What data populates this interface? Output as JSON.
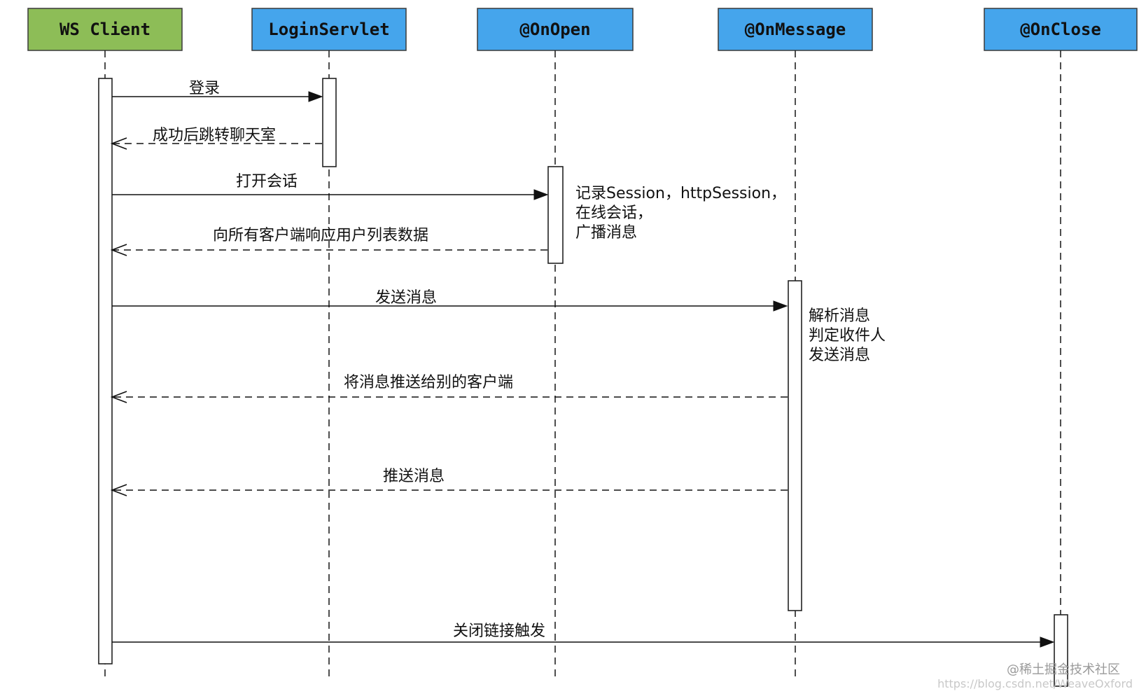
{
  "participants": [
    {
      "id": "client",
      "label": "WS Client",
      "fill": "#8dbd57"
    },
    {
      "id": "login",
      "label": "LoginServlet",
      "fill": "#45a5ec"
    },
    {
      "id": "onopen",
      "label": "@OnOpen",
      "fill": "#45a5ec"
    },
    {
      "id": "onmessage",
      "label": "@OnMessage",
      "fill": "#45a5ec"
    },
    {
      "id": "onclose",
      "label": "@OnClose",
      "fill": "#45a5ec"
    }
  ],
  "messages": [
    {
      "from": "client",
      "to": "login",
      "label": "登录",
      "style": "solid"
    },
    {
      "from": "login",
      "to": "client",
      "label": "成功后跳转聊天室",
      "style": "dashed"
    },
    {
      "from": "client",
      "to": "onopen",
      "label": "打开会话",
      "style": "solid"
    },
    {
      "from": "onopen",
      "to": "client",
      "label": "向所有客户端响应用户列表数据",
      "style": "dashed"
    },
    {
      "from": "client",
      "to": "onmessage",
      "label": "发送消息",
      "style": "solid"
    },
    {
      "from": "onmessage",
      "to": "client",
      "label": "将消息推送给别的客户端",
      "style": "dashed"
    },
    {
      "from": "onmessage",
      "to": "client",
      "label": "推送消息",
      "style": "dashed"
    },
    {
      "from": "client",
      "to": "onclose",
      "label": "关闭链接触发",
      "style": "solid"
    }
  ],
  "notes": {
    "onopen": [
      "记录Session，httpSession，",
      "在线会话，",
      "广播消息"
    ],
    "onmessage": [
      "解析消息",
      "判定收件人",
      "发送消息"
    ]
  },
  "watermark": {
    "brand": "@稀土掘金技术社区",
    "url": "https://blog.csdn.net/WeaveOxford"
  }
}
